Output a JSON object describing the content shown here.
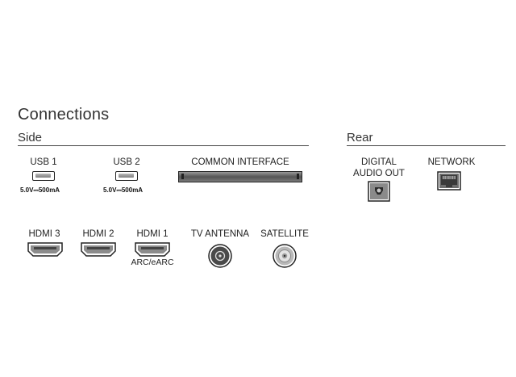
{
  "title": "Connections",
  "sections": {
    "side": "Side",
    "rear": "Rear"
  },
  "ports": {
    "usb1": {
      "label": "USB 1",
      "spec": "5.0V⎓500mA"
    },
    "usb2": {
      "label": "USB 2",
      "spec": "5.0V⎓500mA"
    },
    "common_interface": {
      "label": "COMMON INTERFACE"
    },
    "hdmi3": {
      "label": "HDMI 3"
    },
    "hdmi2": {
      "label": "HDMI 2"
    },
    "hdmi1": {
      "label": "HDMI 1",
      "note": "ARC/eARC"
    },
    "tv_antenna": {
      "label": "TV ANTENNA"
    },
    "satellite": {
      "label": "SATELLITE"
    },
    "digital_audio_out": {
      "label_line1": "DIGITAL",
      "label_line2": "AUDIO OUT"
    },
    "network": {
      "label": "NETWORK"
    }
  },
  "icons": {
    "usb": "usb-port-icon",
    "ci": "common-interface-slot-icon",
    "hdmi": "hdmi-port-icon",
    "antenna": "coax-antenna-port-icon",
    "satellite": "f-connector-port-icon",
    "optical": "optical-audio-port-icon",
    "network": "ethernet-port-icon"
  }
}
